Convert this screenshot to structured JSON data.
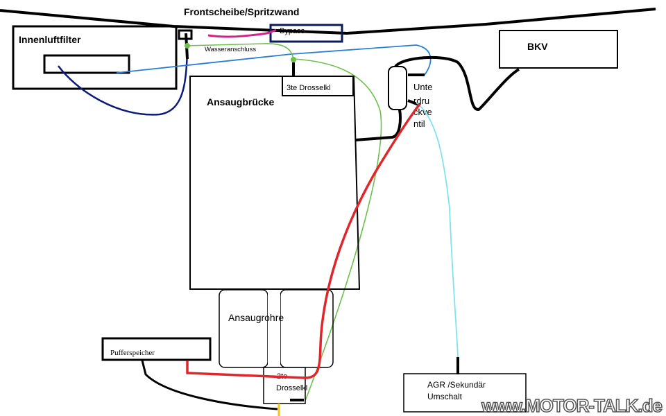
{
  "labels": {
    "windshield": "Frontscheibe/Spritzwand",
    "cabin_filter": "Innenluftfilter",
    "bypass": "Bypass",
    "water_connection": "Wasseranschluss",
    "third_throttle": "3te Drosselkl",
    "intake_manifold": "Ansaugbrücke",
    "brake_booster": "BKV",
    "vacuum_valve": [
      "Unte",
      "rdru",
      "ckve",
      "ntil"
    ],
    "intake_pipes": "Ansaugrohre",
    "buffer_reservoir": "Pufferspeicher",
    "second_throttle": [
      "2te",
      "Drosselkl"
    ],
    "egr_switch": [
      "AGR /Sekundär",
      "Umschalt"
    ]
  },
  "watermark": "www.MOTOR-TALK.de",
  "colors": {
    "vacuum_line": "#000000",
    "red_line": "#e0262b",
    "green_line": "#6cc04a",
    "blue_line": "#2a7fd4",
    "navy_line": "#0b1a7a",
    "cyan_line": "#7fe3ef",
    "magenta_line": "#d4218a"
  }
}
